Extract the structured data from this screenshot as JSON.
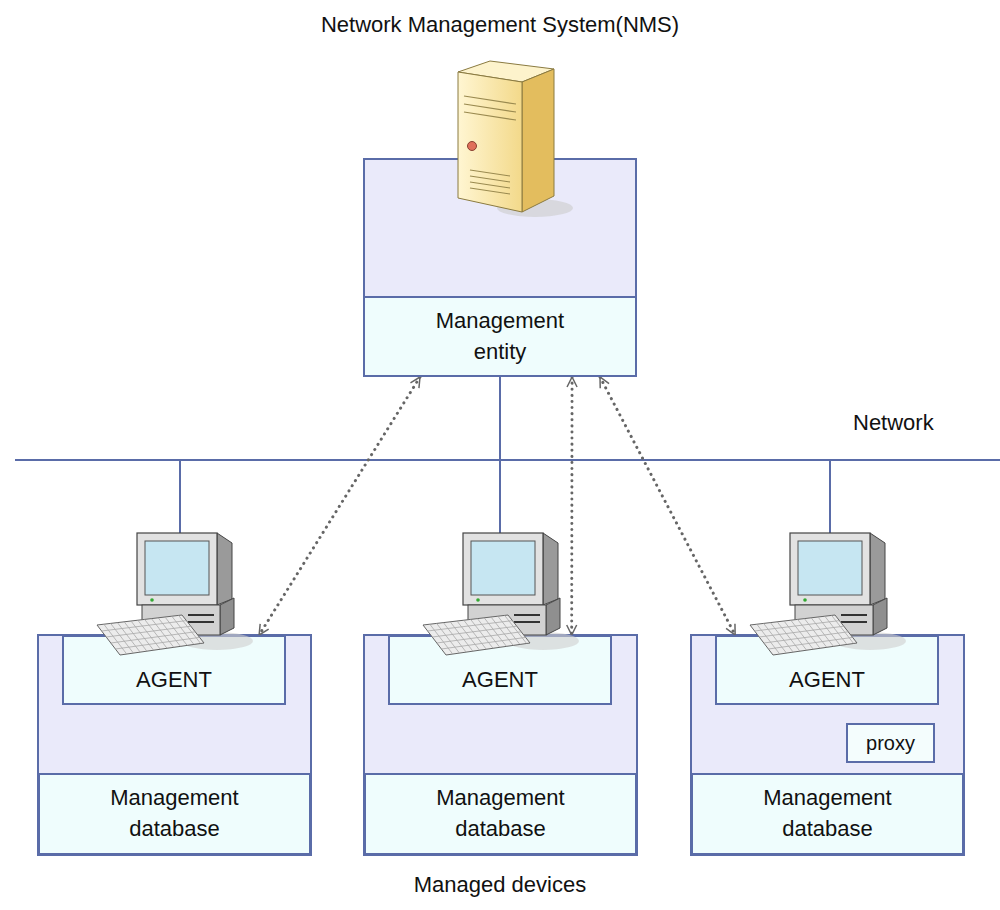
{
  "diagram": {
    "caption": "Managed devices",
    "nodes": [
      {
        "text": [
          "Network Management System(NMS)"
        ]
      },
      {
        "text": [
          "Management entity"
        ],
        "in": 0
      },
      {
        "text": [
          "AGENT"
        ]
      },
      {
        "text": [
          "Management database"
        ]
      },
      {
        "text": [
          "AGENT"
        ]
      },
      {
        "text": [
          "Management database"
        ]
      },
      {
        "text": [
          "AGENT"
        ]
      },
      {
        "text": [
          "proxy"
        ]
      },
      {
        "text": [
          "Management database"
        ]
      }
    ],
    "edges": [
      {
        "from": 1,
        "to": 2,
        "arrow": "both"
      },
      {
        "from": 1,
        "to": 4,
        "arrow": "both"
      },
      {
        "from": 1,
        "to": 6,
        "arrow": "both"
      }
    ],
    "labels": [
      "Network"
    ]
  }
}
